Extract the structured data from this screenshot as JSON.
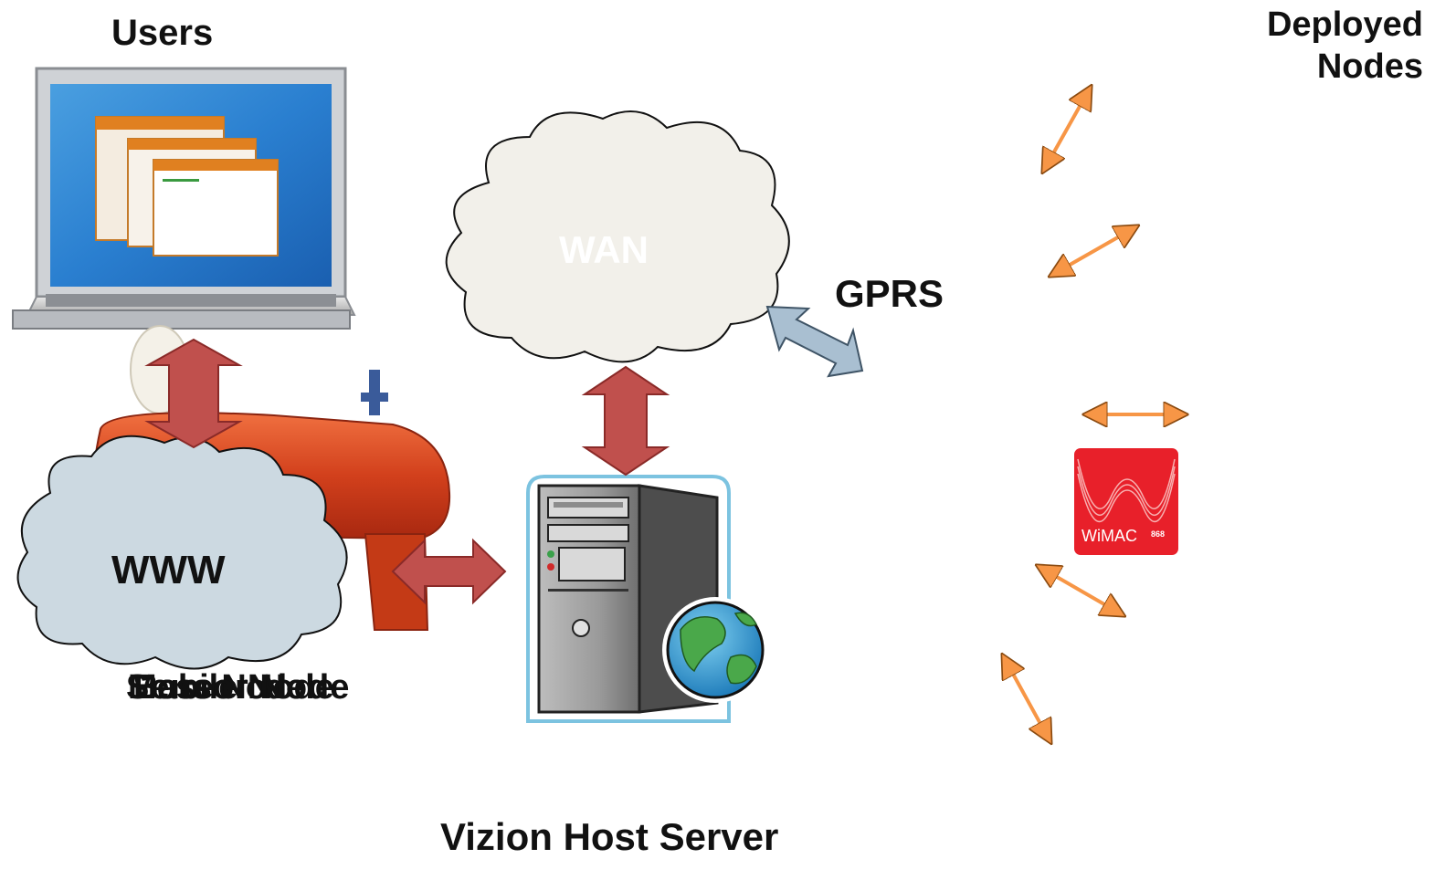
{
  "labels": {
    "users": "Users",
    "deployed_line1": "Deployed",
    "deployed_line2": "Nodes",
    "gprs": "GPRS",
    "wan": "WAN",
    "www": "WWW",
    "server": "Vizion Host Server",
    "overlapped_texts": [
      "Mobile Node",
      "Base Node",
      "Sensor Node"
    ],
    "wimac_brand": "WiMAC",
    "wimac_superscript": "868"
  },
  "colors": {
    "link_arrow": "#c0504d",
    "gprs_arrow": "#a9bfd1",
    "radio_arrow": "#f79646",
    "cloud_fill": "#f2f0ea",
    "www_cloud_fill": "#ccd9e1",
    "wimac_red": "#e8202a",
    "buoy_orange": "#d2401c"
  },
  "icons": {
    "laptop": "laptop-icon",
    "server": "server-tower-icon",
    "globe": "globe-icon",
    "buoy": "buoy-node-image",
    "wimac": "wimac-logo"
  }
}
